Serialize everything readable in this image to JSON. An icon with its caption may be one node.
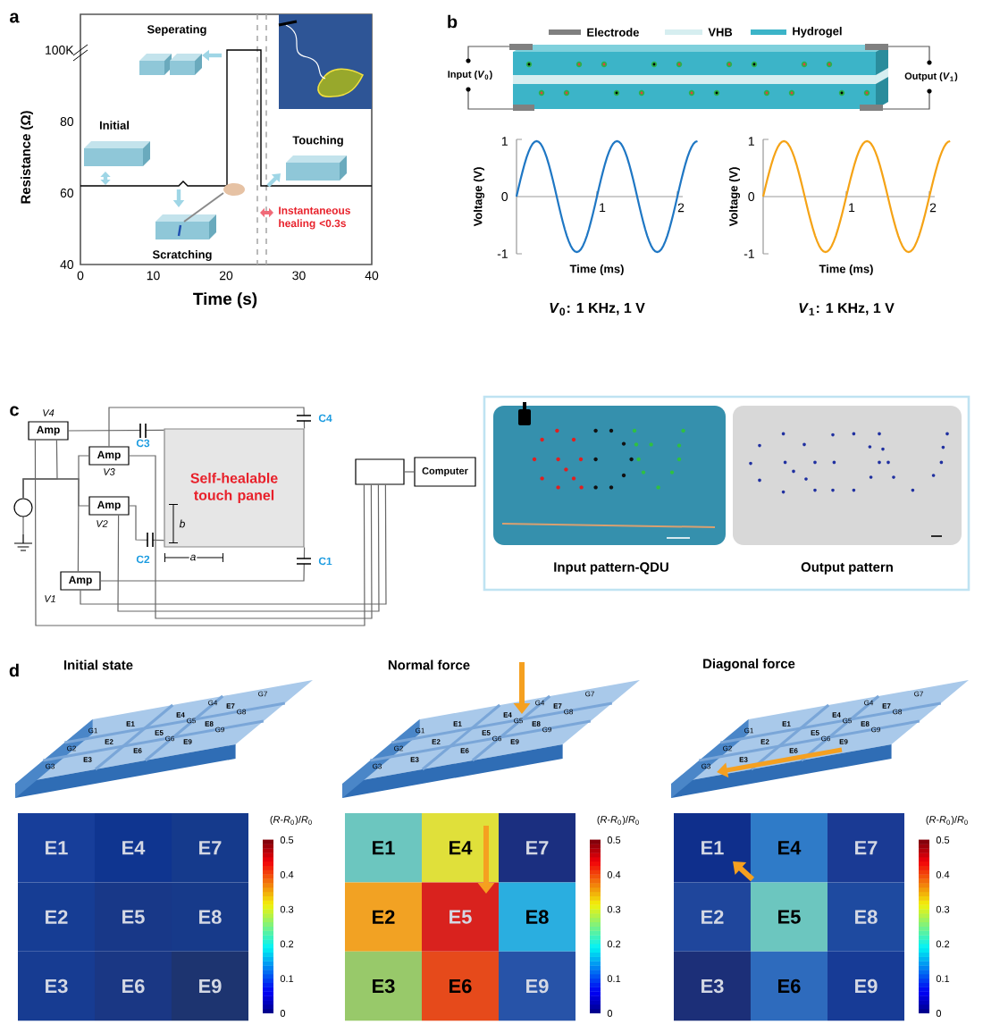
{
  "diagram": {
    "nodes": [
      {
        "text": [
          "Amp"
        ],
        "beside": [
          "V4"
        ]
      },
      {
        "text": [
          "Amp"
        ],
        "beside": [
          "V3"
        ]
      },
      {
        "text": [
          "Amp"
        ],
        "beside": [
          "V2"
        ]
      },
      {
        "text": [
          "Amp"
        ],
        "beside": [
          "V1"
        ]
      },
      {
        "text": [
          "Self-healable touch panel"
        ]
      },
      {
        "text": [],
        "shape": "box"
      },
      {
        "text": [
          "Computer"
        ]
      },
      {
        "text": [],
        "shape": "circle"
      }
    ],
    "edges": [
      {
        "from": 4,
        "to": 0,
        "arrow": "none"
      },
      {
        "from": 4,
        "to": 1,
        "arrow": "none"
      },
      {
        "from": 4,
        "to": 2,
        "arrow": "none"
      },
      {
        "from": 4,
        "to": 3,
        "arrow": "none"
      },
      {
        "from": 0,
        "to": 5,
        "arrow": "none"
      },
      {
        "from": 1,
        "to": 5,
        "arrow": "none"
      },
      {
        "from": 2,
        "to": 5,
        "arrow": "none"
      },
      {
        "from": 3,
        "to": 5,
        "arrow": "none"
      },
      {
        "from": 5,
        "to": 6,
        "arrow": "none"
      },
      {
        "from": 7,
        "to": 0,
        "arrow": "none"
      },
      {
        "from": 7,
        "to": 1,
        "arrow": "none"
      },
      {
        "from": 7,
        "to": 2,
        "arrow": "none"
      },
      {
        "from": 7,
        "to": 3,
        "arrow": "none"
      }
    ],
    "labels": [
      "a",
      "100K",
      "80",
      "60",
      "40",
      "0",
      "10",
      "20",
      "30",
      "40",
      "Resistance (Ω)",
      "Time (s)",
      "Seperating",
      "Initial",
      "Touching",
      "Scratching",
      "Instantaneous healing <0.3s",
      "b",
      "Input (*V*$_{0}$)",
      "Output (*V*$_{1}$)",
      "1",
      "0",
      "-1",
      "1",
      "2",
      "Voltage (V)",
      "Time (ms)",
      "*V*$_{0}$: 1 KHz, 1 V",
      "1",
      "0",
      "-1",
      "1",
      "2",
      "Voltage (V)",
      "Time (ms)",
      "*V*$_{1}$: 1 KHz, 1 V",
      "c",
      "C3",
      "C4",
      "b",
      "C2",
      "a",
      "C1",
      "Input pattern-QDU",
      "Output pattern",
      "d",
      "Initial state",
      "Normal force",
      "Diagonal force",
      "E1",
      "E2",
      "E3",
      "E4",
      "E5",
      "E6",
      "E7",
      "E8",
      "E9",
      "G1",
      "G2",
      "G3",
      "G4",
      "G5",
      "G6",
      "G7",
      "G8",
      "G9",
      "E1",
      "E2",
      "E3",
      "E4",
      "E5",
      "E6",
      "E7",
      "E8",
      "E9",
      "G1",
      "G2",
      "G3",
      "G4",
      "G5",
      "G6",
      "G7",
      "G8",
      "G9",
      "E1",
      "E2",
      "E3",
      "E4",
      "E5",
      "E6",
      "E7",
      "E8",
      "E9",
      "G1",
      "G2",
      "G3",
      "G4",
      "G5",
      "G6",
      "G7",
      "G8",
      "G9",
      "E1",
      "E2",
      "E3",
      "E4",
      "E5",
      "E6",
      "E7",
      "E8",
      "E9",
      "(*R*-*R*$_{0}$)/*R*$_{0}$",
      "0.5",
      "0.4",
      "0.3",
      "0.2",
      "0.1",
      "0",
      "E1",
      "E2",
      "E3",
      "E4",
      "E5",
      "E6",
      "E7",
      "E8",
      "E9",
      "(*R*-*R*$_{0}$)/*R*$_{0}$",
      "0.5",
      "0.4",
      "0.3",
      "0.2",
      "0.1",
      "0",
      "E1",
      "E2",
      "E3",
      "E4",
      "E5",
      "E6",
      "E7",
      "E8",
      "E9",
      "(*R*-*R*$_{0}$)/*R*$_{0}$",
      "0.5",
      "0.4",
      "0.3",
      "0.2",
      "0.1",
      "0"
    ],
    "legend": [
      {
        "text": "Electrode",
        "color": "#808080"
      },
      {
        "text": "VHB",
        "color": "#d6eef0"
      },
      {
        "text": "Hydrogel",
        "color": "#3cb4c8"
      }
    ]
  }
}
